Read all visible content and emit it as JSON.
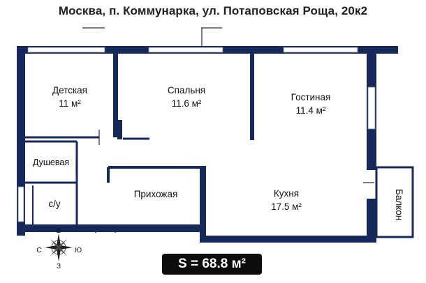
{
  "title": "Москва, п. Коммунарка, ул. Потаповская Роща, 20к2",
  "rooms": {
    "kids": {
      "name": "Детская",
      "area": "11 м²"
    },
    "bedroom": {
      "name": "Спальня",
      "area": "11.6 м²"
    },
    "living": {
      "name": "Гостиная",
      "area": "11.4 м²"
    },
    "shower": {
      "name": "Душевая"
    },
    "wc": {
      "name": "с/у"
    },
    "hall": {
      "name": "Прихожая"
    },
    "kitchen": {
      "name": "Кухня",
      "area": "17.5 м²"
    },
    "balcony": {
      "name": "Балкон"
    }
  },
  "total_area": "S = 68.8 м²",
  "compass": {
    "north": "В",
    "south": "З",
    "west": "С",
    "east": "Ю"
  },
  "colors": {
    "wall": "#16295a",
    "badge": "#0d0d0d"
  }
}
